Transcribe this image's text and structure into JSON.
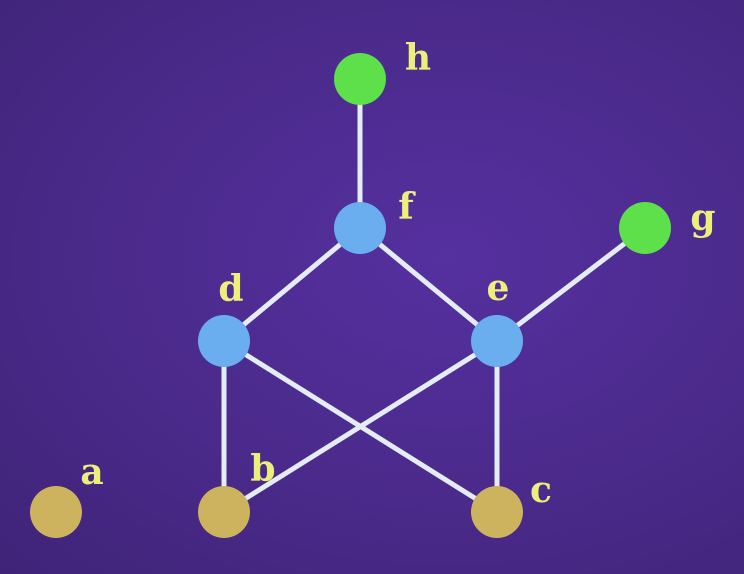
{
  "diagram": {
    "nodes": [
      {
        "id": "a",
        "label": "a",
        "group": "bottom"
      },
      {
        "id": "b",
        "label": "b",
        "group": "bottom"
      },
      {
        "id": "c",
        "label": "c",
        "group": "bottom"
      },
      {
        "id": "d",
        "label": "d",
        "group": "middle"
      },
      {
        "id": "e",
        "label": "e",
        "group": "middle"
      },
      {
        "id": "f",
        "label": "f",
        "group": "middle"
      },
      {
        "id": "g",
        "label": "g",
        "group": "top"
      },
      {
        "id": "h",
        "label": "h",
        "group": "top"
      }
    ],
    "edges": [
      [
        "h",
        "f"
      ],
      [
        "f",
        "d"
      ],
      [
        "f",
        "e"
      ],
      [
        "e",
        "g"
      ],
      [
        "d",
        "b"
      ],
      [
        "d",
        "c"
      ],
      [
        "e",
        "b"
      ],
      [
        "e",
        "c"
      ]
    ],
    "colors": {
      "background": "#4a2a8a",
      "edge": "#e4ecf4",
      "label": "#ecef7a",
      "bottom": "#cdb35e",
      "middle": "#6aaef0",
      "top": "#5de04a"
    }
  }
}
